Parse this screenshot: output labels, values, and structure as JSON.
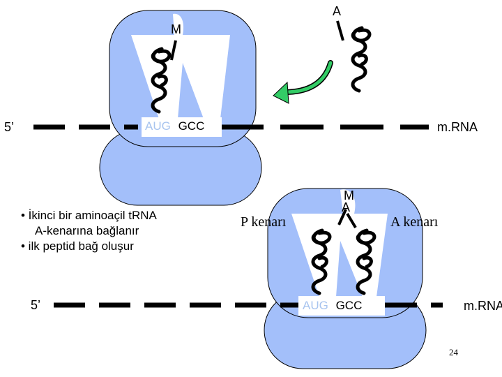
{
  "colors": {
    "ribosome": "#a3bffa",
    "ribosome_stroke": "#000000",
    "trna_body": "#ffffff",
    "strand": "#000000",
    "arrow": "#33cc66",
    "codon_box": "#ffffff"
  },
  "top_diagram": {
    "strand_5prime": "5’",
    "mrna_label": "m.RNA",
    "codon_1": "AUG",
    "codon_2": "GCC",
    "amino_acid_p": "M",
    "amino_acid_incoming": "A"
  },
  "bottom_diagram": {
    "strand_5prime": "5’",
    "mrna_label": "m.RNA",
    "codon_1": "AUG",
    "codon_2": "GCC",
    "amino_acid_m": "M",
    "amino_acid_a": "A",
    "p_site_label": "P kenarı",
    "a_site_label": "A kenarı"
  },
  "bullets": {
    "line1": "• İkinci bir aminoaçil tRNA",
    "line2": "A-kenarına bağlanır",
    "line3": "• ilk peptid bağ oluşur"
  },
  "page_number": "24",
  "icons": {
    "arrow": "curved-arrow-icon",
    "trna": "trna-cloverleaf-icon"
  }
}
